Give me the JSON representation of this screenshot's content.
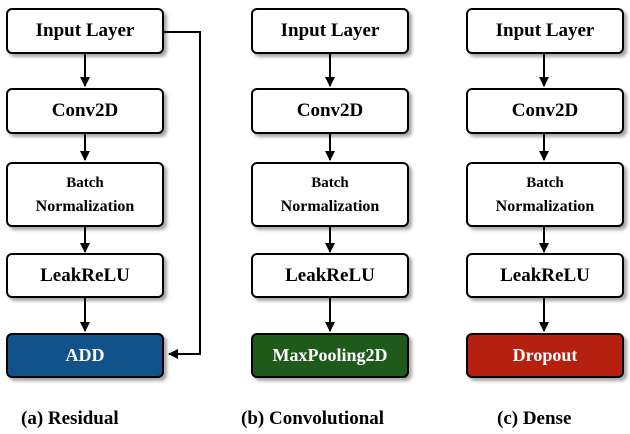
{
  "columns": [
    {
      "caption": "(a) Residual",
      "layers": [
        "Input Layer",
        "Conv2D",
        "Batch Normalization",
        "LeakReLU"
      ],
      "output": {
        "label": "ADD",
        "color": "#12528a"
      },
      "skip_connection": true
    },
    {
      "caption": "(b) Convolutional",
      "layers": [
        "Input Layer",
        "Conv2D",
        "Batch Normalization",
        "LeakReLU"
      ],
      "output": {
        "label": "MaxPooling2D",
        "color": "#1e5a1a"
      },
      "skip_connection": false
    },
    {
      "caption": "(c) Dense",
      "layers": [
        "Input Layer",
        "Conv2D",
        "Batch Normalization",
        "LeakReLU"
      ],
      "output": {
        "label": "Dropout",
        "color": "#b5200f"
      },
      "skip_connection": false
    }
  ],
  "batch_norm_lines": [
    "Batch",
    "Normalization"
  ]
}
